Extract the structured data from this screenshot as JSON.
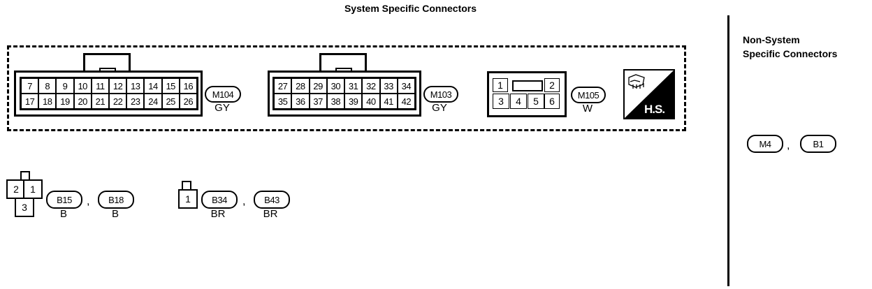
{
  "header": {
    "system_title": "System Specific Connectors",
    "nonsystem_title_line1": "Non-System",
    "nonsystem_title_line2": "Specific Connectors"
  },
  "connector_m104": {
    "id": "M104",
    "color": "GY",
    "row1": [
      "7",
      "8",
      "9",
      "10",
      "11",
      "12",
      "13",
      "14",
      "15",
      "16"
    ],
    "row2": [
      "17",
      "18",
      "19",
      "20",
      "21",
      "22",
      "23",
      "24",
      "25",
      "26"
    ]
  },
  "connector_m103": {
    "id": "M103",
    "color": "GY",
    "row1": [
      "27",
      "28",
      "29",
      "30",
      "31",
      "32",
      "33",
      "34"
    ],
    "row2": [
      "35",
      "36",
      "37",
      "38",
      "39",
      "40",
      "41",
      "42"
    ]
  },
  "connector_m105": {
    "id": "M105",
    "color": "W",
    "row1": [
      "1",
      "2"
    ],
    "row2": [
      "3",
      "4",
      "5",
      "6"
    ]
  },
  "hs_logo": {
    "text": "H.S."
  },
  "connector_b15_b18": {
    "pins": [
      "2",
      "1",
      "3"
    ],
    "b15": {
      "id": "B15",
      "color": "B"
    },
    "b18": {
      "id": "B18",
      "color": "B"
    },
    "separator": ","
  },
  "connector_b34_b43": {
    "pins": [
      "1"
    ],
    "b34": {
      "id": "B34",
      "color": "BR"
    },
    "b43": {
      "id": "B43",
      "color": "BR"
    },
    "separator": ","
  },
  "nonsystem_connectors": {
    "first": "M4",
    "second": "B1",
    "separator": ","
  }
}
